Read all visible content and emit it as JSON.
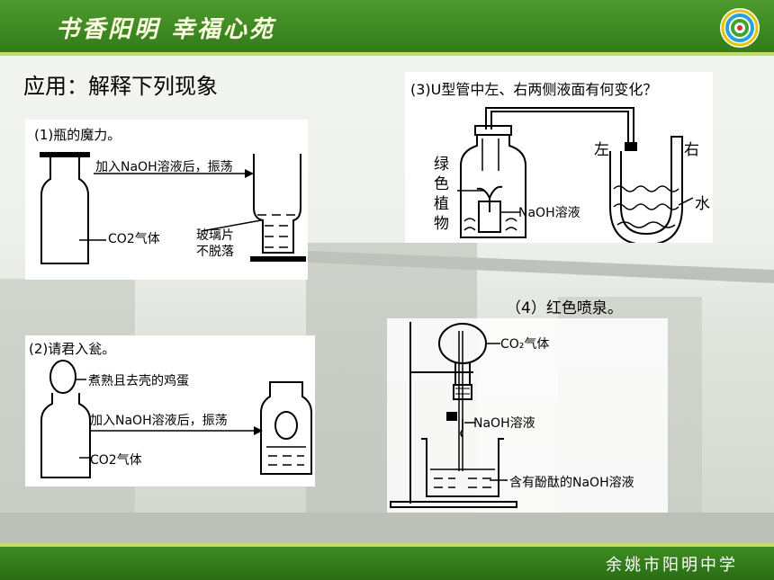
{
  "header": {
    "title": "书香阳明  幸福心苑"
  },
  "footer": {
    "school": "余姚市阳明中学"
  },
  "heading": "应用：解释下列现象",
  "panel1": {
    "title": "(1)瓶的魔力。",
    "action": "加入NaOH溶液后，振荡",
    "gas": "CO2气体",
    "result_line1": "玻璃片",
    "result_line2": "不脱落"
  },
  "panel2": {
    "title": "(2)请君入瓮。",
    "egg": "煮熟且去壳的鸡蛋",
    "action": "加入NaOH溶液后，振荡",
    "gas": "CO2气体"
  },
  "panel3": {
    "title": "(3)U型管中左、右两侧液面有何变化？",
    "plant_line1": "绿",
    "plant_line2": "色",
    "plant_line3": "植",
    "plant_line4": "物",
    "solution": "NaOH溶液",
    "left": "左",
    "right": "右",
    "water": "水"
  },
  "panel4": {
    "caption": "（4）红色喷泉。",
    "gas": "CO₂气体",
    "solution": "NaOH溶液",
    "beaker": "含有酚酞的NaOH溶液"
  },
  "colors": {
    "header_green": "#3e8c22",
    "stripe": "#c9d86b"
  }
}
